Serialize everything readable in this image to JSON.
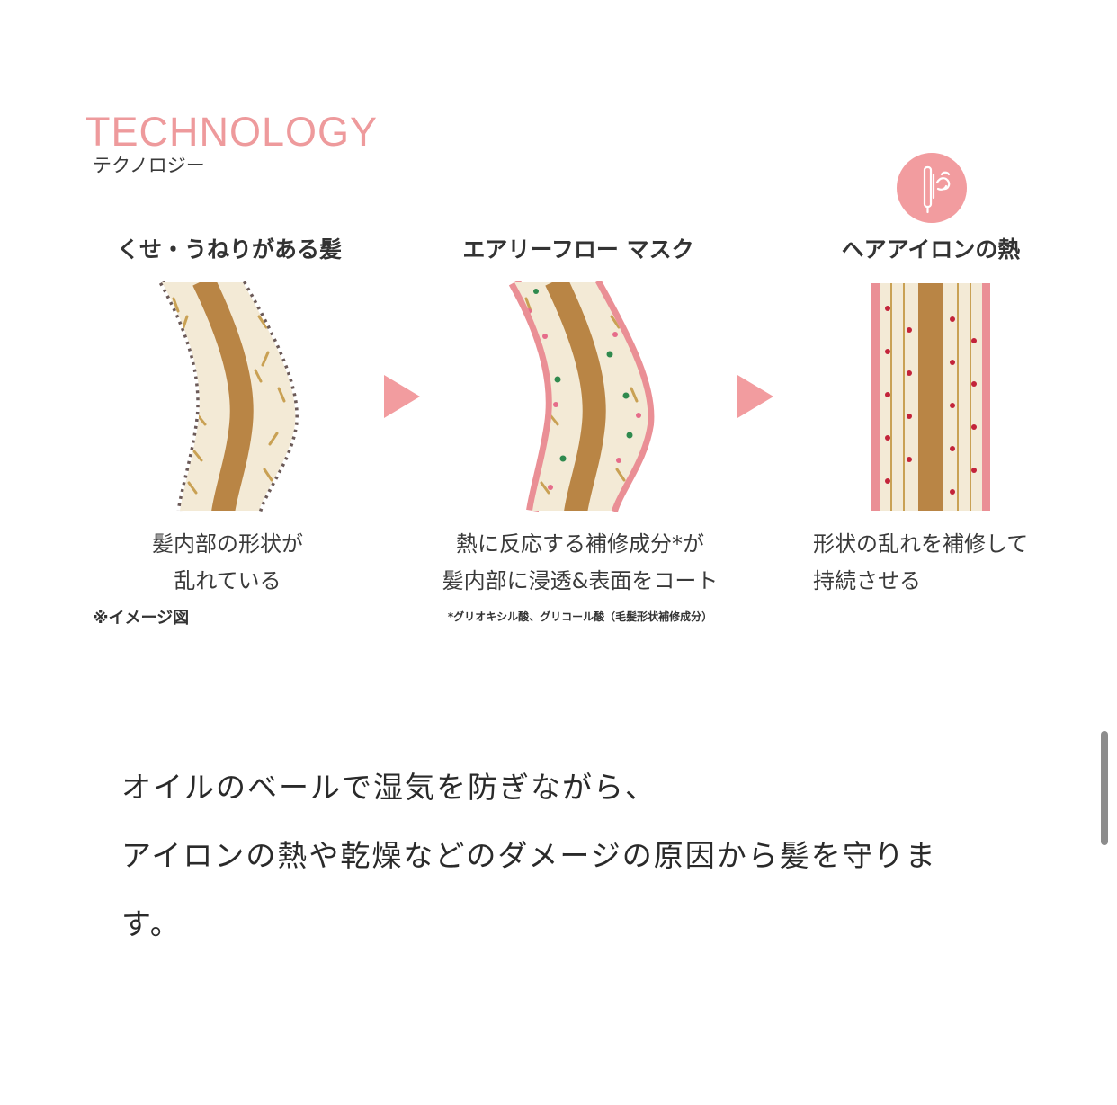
{
  "header": {
    "title": "TECHNOLOGY",
    "subtitle": "テクノロジー"
  },
  "columns": [
    {
      "heading": "くせ・うねりがある髪",
      "caption_lines": [
        "髪内部の形状が",
        "乱れている"
      ],
      "note": "※イメージ図"
    },
    {
      "heading": "エアリーフロー マスク",
      "caption_lines": [
        "熱に反応する補修成分*が",
        "髪内部に浸透&表面をコート"
      ],
      "note": "*グリオキシル酸、グリコール酸（毛髪形状補修成分）"
    },
    {
      "heading": "ヘアアイロンの熱",
      "caption_lines": [
        "形状の乱れを補修して",
        "持続させる"
      ]
    }
  ],
  "body": {
    "lines": [
      "オイルのベールで湿気を防ぎながら、",
      "アイロンの熱や乾燥などのダメージの原因から髪を守りま",
      "す。"
    ]
  },
  "colors": {
    "accent_pink": "#ee9a9c",
    "hair_core": "#b98545",
    "hair_cortex": "#f3ead6",
    "coat_pink": "#ea8f95",
    "ingredient_green": "#2f8a4e",
    "ingredient_red": "#c3243a"
  },
  "icons": {
    "arrow": "right-triangle-icon",
    "iron": "hair-iron-steam-icon"
  }
}
